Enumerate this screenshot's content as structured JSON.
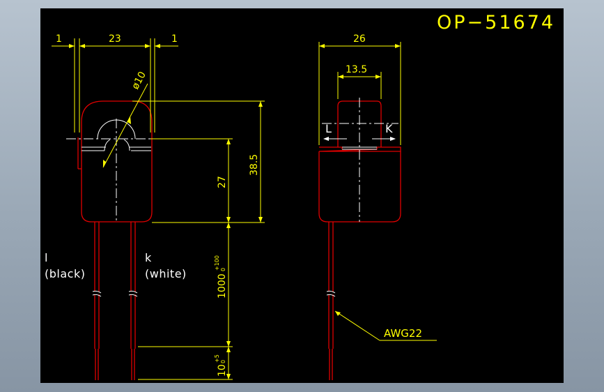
{
  "drawing": {
    "title": "OP−51674",
    "front_view": {
      "dim_left_gap": "1",
      "dim_width": "23",
      "dim_right_gap": "1",
      "dim_diameter": "ø10",
      "dim_body_height": "27",
      "dim_total_height": "38.5",
      "dim_lead_length": "1000",
      "dim_lead_tol_upper": "+100",
      "dim_lead_tol_lower": "0",
      "dim_strip_length": "10",
      "dim_strip_tol_upper": "+5",
      "dim_strip_tol_lower": "0",
      "lead_left_name": "l",
      "lead_left_color": "(black)",
      "lead_right_name": "k",
      "lead_right_color": "(white)"
    },
    "side_view": {
      "dim_width": "26",
      "dim_lens_width": "13.5",
      "label_left": "L",
      "label_right": "K",
      "wire_callout": "AWG22"
    },
    "colors": {
      "background": "#000000",
      "dimension": "#ffff00",
      "outline": "#e00000",
      "centerline": "#ffffff"
    }
  }
}
